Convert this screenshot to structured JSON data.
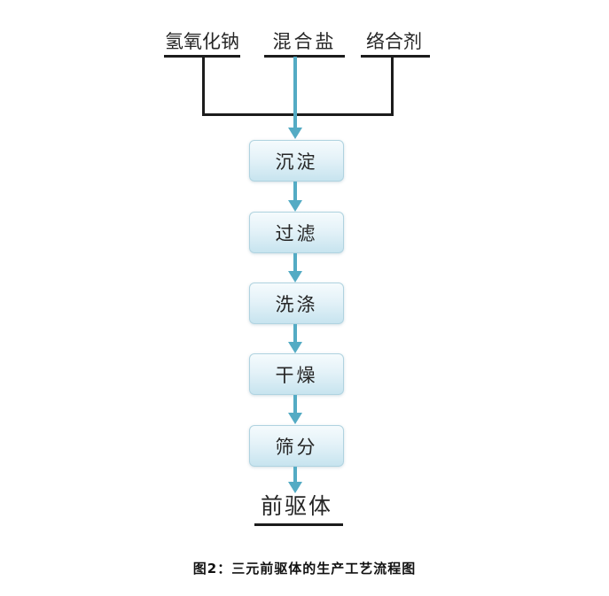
{
  "colors": {
    "arrow": "#54abc4",
    "line": "#1c1c1c",
    "text": "#262626",
    "box_border": "#b0d3e0",
    "box_top": "#f5fbfd",
    "box_bottom": "#c7e4ef",
    "background": "#ffffff"
  },
  "flow": {
    "inputs": [
      {
        "label": "氢氧化钠"
      },
      {
        "label": "混合盐"
      },
      {
        "label": "络合剂"
      }
    ],
    "steps": [
      {
        "label": "沉淀"
      },
      {
        "label": "过滤"
      },
      {
        "label": "洗涤"
      },
      {
        "label": "干燥"
      },
      {
        "label": "筛分"
      }
    ],
    "output": {
      "label": "前驱体"
    },
    "caption": "图2：三元前驱体的生产工艺流程图"
  }
}
